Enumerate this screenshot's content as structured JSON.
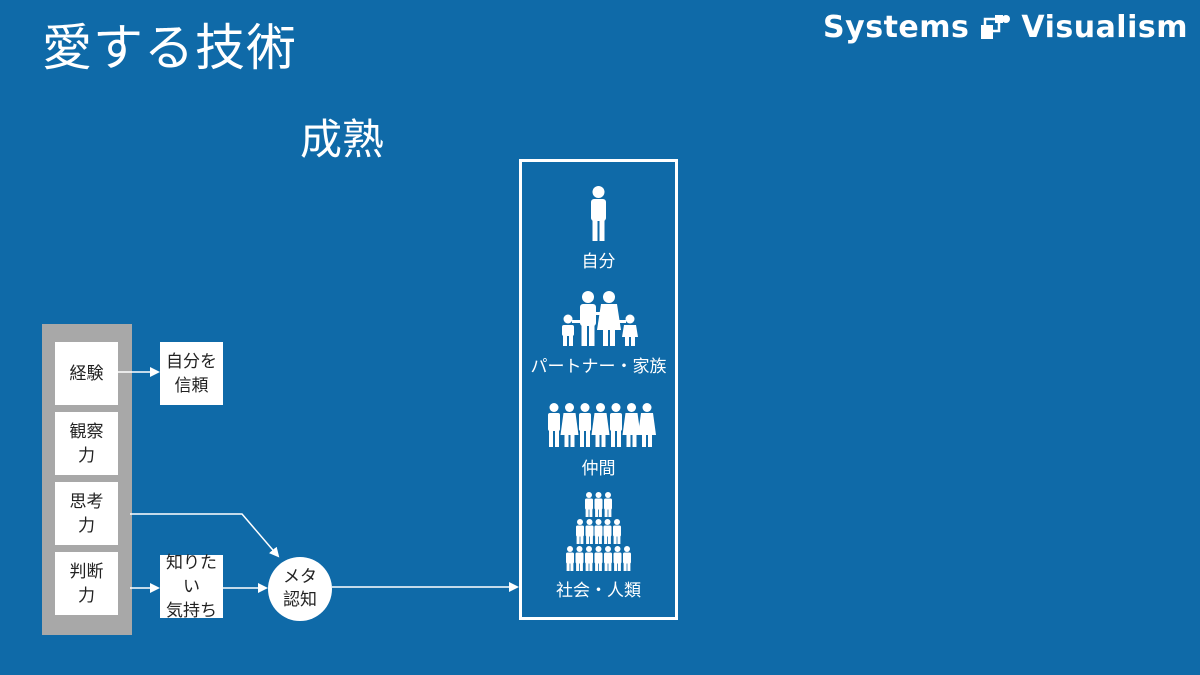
{
  "header": {
    "title": "愛する技術",
    "subtitle": "成熟"
  },
  "brand": {
    "left": "Systems",
    "right": "Visualism",
    "logo_icon": "systems-visualism-logo-icon"
  },
  "skills": [
    {
      "label": "経験"
    },
    {
      "label": "観察\n力"
    },
    {
      "label": "思考\n力"
    },
    {
      "label": "判断\n力"
    }
  ],
  "outcomes": {
    "self_trust": "自分を\n信頼",
    "curiosity": "知りたい\n気持ち",
    "metacognition": "メタ\n認知"
  },
  "maturity_levels": [
    {
      "label": "自分",
      "icon": "person-icon"
    },
    {
      "label": "パートナー・家族",
      "icon": "family-icon"
    },
    {
      "label": "仲間",
      "icon": "peers-icon"
    },
    {
      "label": "社会・人類",
      "icon": "society-icon"
    }
  ],
  "colors": {
    "background": "#0f6aa8",
    "panel": "#a8a8a8",
    "box": "#ffffff",
    "line": "#ffffff"
  }
}
